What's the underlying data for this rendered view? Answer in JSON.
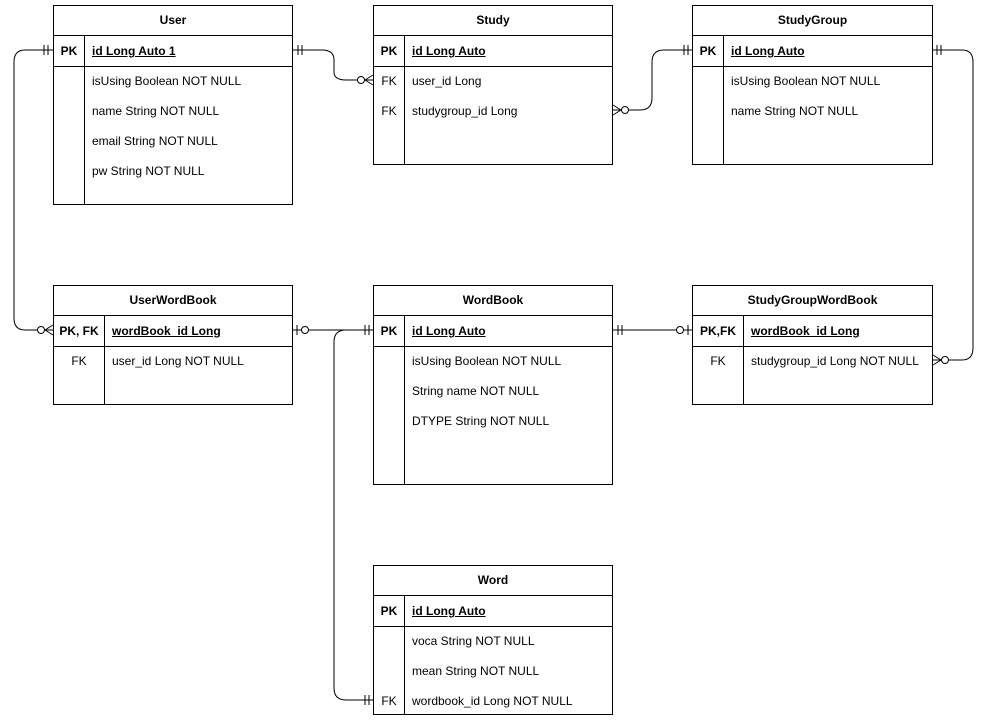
{
  "entities": {
    "user": {
      "title": "User",
      "pk": {
        "key": "PK",
        "field": "id Long Auto 1"
      },
      "fields": [
        {
          "key": "",
          "field": "isUsing Boolean NOT NULL"
        },
        {
          "key": "",
          "field": "name String NOT NULL"
        },
        {
          "key": "",
          "field": "email String NOT NULL"
        },
        {
          "key": "",
          "field": "pw String NOT NULL"
        }
      ]
    },
    "study": {
      "title": "Study",
      "pk": {
        "key": "PK",
        "field": "id Long Auto"
      },
      "fields": [
        {
          "key": "FK",
          "field": "user_id Long"
        },
        {
          "key": "FK",
          "field": "studygroup_id Long"
        }
      ]
    },
    "studygroup": {
      "title": "StudyGroup",
      "pk": {
        "key": "PK",
        "field": "id Long Auto"
      },
      "fields": [
        {
          "key": "",
          "field": "isUsing Boolean NOT NULL"
        },
        {
          "key": "",
          "field": "name String NOT NULL"
        }
      ]
    },
    "userwordbook": {
      "title": "UserWordBook",
      "pk": {
        "key": "PK, FK",
        "field": "wordBook_id Long"
      },
      "fields": [
        {
          "key": "FK",
          "field": "user_id Long NOT NULL"
        }
      ]
    },
    "wordbook": {
      "title": "WordBook",
      "pk": {
        "key": "PK",
        "field": "id Long Auto"
      },
      "fields": [
        {
          "key": "",
          "field": "isUsing Boolean NOT NULL"
        },
        {
          "key": "",
          "field": "String name NOT NULL"
        },
        {
          "key": "",
          "field": "DTYPE String NOT NULL"
        }
      ]
    },
    "studygroupwordbook": {
      "title": "StudyGroupWordBook",
      "pk": {
        "key": "PK,FK",
        "field": "wordBook_id Long"
      },
      "fields": [
        {
          "key": "FK",
          "field": "studygroup_id Long NOT NULL"
        }
      ]
    },
    "word": {
      "title": "Word",
      "pk": {
        "key": "PK",
        "field": "id Long Auto"
      },
      "fields": [
        {
          "key": "",
          "field": "voca String NOT NULL"
        },
        {
          "key": "",
          "field": "mean String NOT NULL"
        },
        {
          "key": "FK",
          "field": "wordbook_id Long NOT NULL"
        }
      ]
    }
  },
  "relationships": [
    {
      "from": "user",
      "to": "study",
      "from_end": "one-mandatory",
      "to_end": "zero-or-many"
    },
    {
      "from": "studygroup",
      "to": "study",
      "from_end": "one-mandatory",
      "to_end": "zero-or-many"
    },
    {
      "from": "user",
      "to": "userwordbook",
      "from_end": "one-mandatory",
      "to_end": "zero-or-many"
    },
    {
      "from": "studygroup",
      "to": "studygroupwordbook",
      "from_end": "one-mandatory",
      "to_end": "zero-or-many"
    },
    {
      "from": "wordbook",
      "to": "userwordbook",
      "from_end": "one-mandatory",
      "to_end": "zero-or-one"
    },
    {
      "from": "wordbook",
      "to": "studygroupwordbook",
      "from_end": "one-mandatory",
      "to_end": "zero-or-one"
    },
    {
      "from": "wordbook",
      "to": "word",
      "from_end": "one-mandatory",
      "to_end": "one-mandatory"
    }
  ]
}
